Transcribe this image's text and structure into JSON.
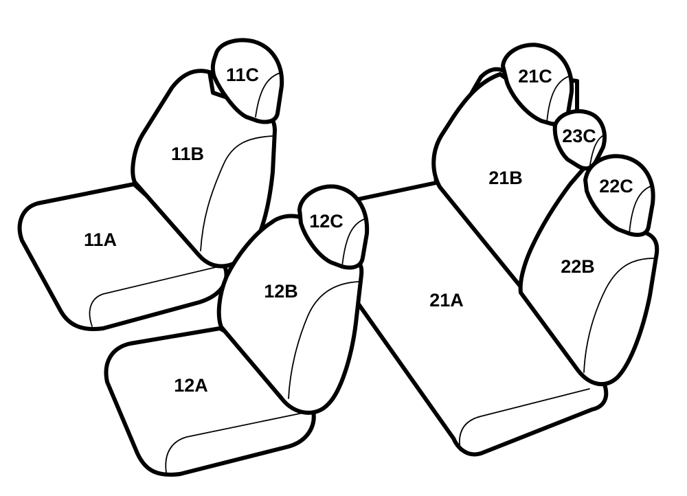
{
  "parts": {
    "p11A": "11A",
    "p11B": "11B",
    "p11C": "11C",
    "p12A": "12A",
    "p12B": "12B",
    "p12C": "12C",
    "p21A": "21A",
    "p21B": "21B",
    "p21C": "21C",
    "p22B": "22B",
    "p22C": "22C",
    "p23C": "23C"
  }
}
